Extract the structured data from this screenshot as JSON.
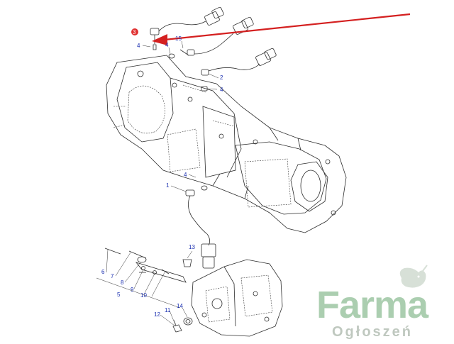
{
  "callouts": {
    "c3": "3",
    "c4a": "4",
    "c4b": "4",
    "c15": "15",
    "c2": "2",
    "c4c": "4",
    "c4d": "4",
    "c1": "1",
    "c13": "13",
    "c6": "6",
    "c7": "7",
    "c8": "8",
    "c9": "9",
    "c5": "5",
    "c10": "10",
    "c12": "12",
    "c11": "11",
    "c14": "14"
  },
  "watermark": {
    "brand": "Farma",
    "tagline": "Ogłoszeń"
  },
  "colors": {
    "arrow": "#d42020",
    "highlight_marker": "#e03030",
    "callout_text": "#1a2fb0",
    "watermark_green": "#a3c9a8",
    "watermark_gray": "#b9c3b9"
  }
}
